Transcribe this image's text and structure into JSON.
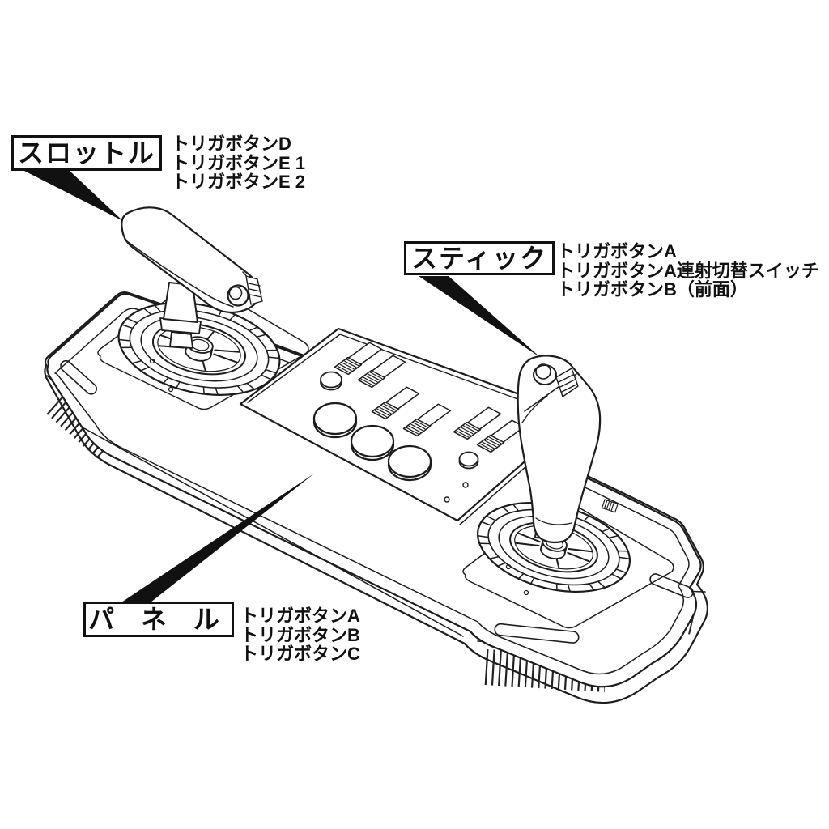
{
  "figure": {
    "kind": "controller-part-diagram"
  },
  "colors": {
    "ink": "#1c1c1c",
    "paper": "#ffffff"
  },
  "callouts": {
    "throttle": {
      "title": "スロットル",
      "items": [
        "トリガボタンD",
        "トリガボタンE 1",
        "トリガボタンE 2"
      ]
    },
    "stick": {
      "title": "スティック",
      "items": [
        "トリガボタンA",
        "トリガボタンA連射切替スイッチ",
        "トリガボタンB（前面）"
      ]
    },
    "panel": {
      "title": "パ ネ ル",
      "items": [
        "トリガボタンA",
        "トリガボタンB",
        "トリガボタンC"
      ]
    }
  }
}
